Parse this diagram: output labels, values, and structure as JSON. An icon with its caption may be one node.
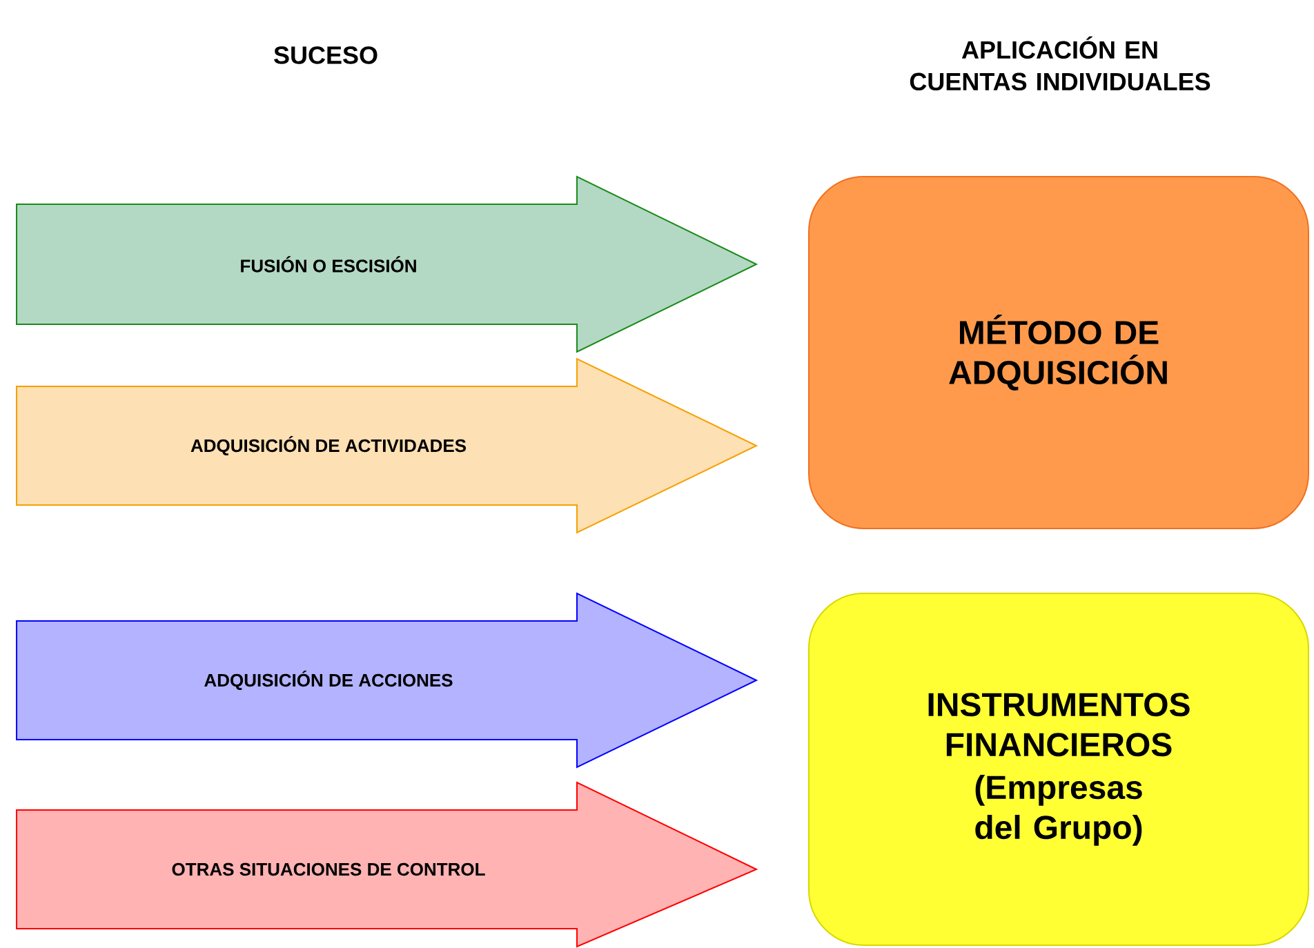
{
  "diagram": {
    "nodes": [
      {
        "text": [
          "FUSIÓN O ESCISIÓN"
        ]
      },
      {
        "text": [
          "ADQUISICIÓN DE ACTIVIDADES"
        ]
      },
      {
        "text": [
          "ADQUISICIÓN DE ACCIONES"
        ]
      },
      {
        "text": [
          "OTRAS SITUACIONES DE CONTROL"
        ]
      },
      {
        "text": [
          "MÉTODO DE ADQUISICIÓN"
        ]
      },
      {
        "text": [
          "INSTRUMENTOS FINANCIEROS",
          "(Empresas del Grupo)"
        ]
      }
    ],
    "labels": [
      "SUCESO",
      "APLICACIÓN EN CUENTAS INDIVIDUALES"
    ]
  }
}
